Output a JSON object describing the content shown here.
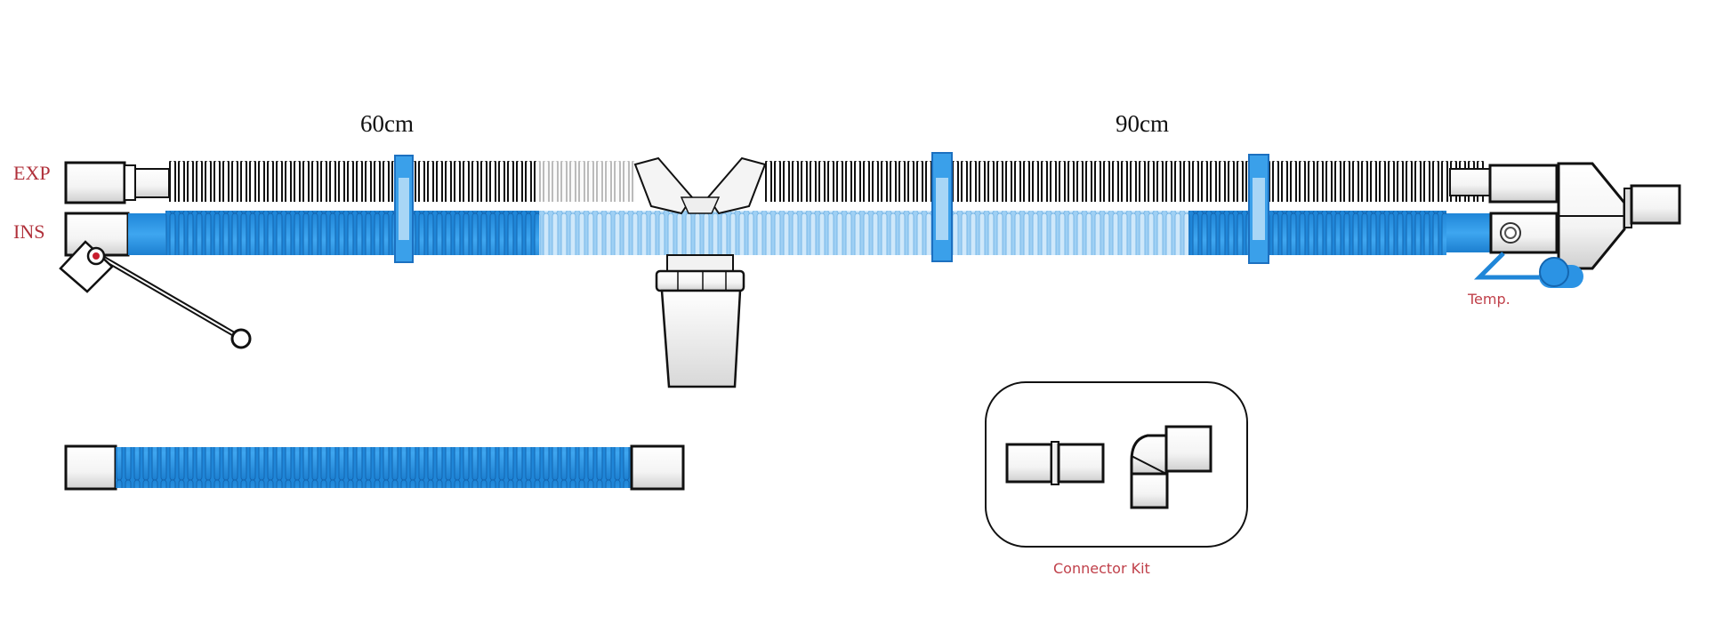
{
  "labels": {
    "length_left": "60cm",
    "length_right": "90cm",
    "expiratory": "EXP",
    "inspiratory": "INS",
    "temperature": "Temp.",
    "connector_kit": "Connector Kit"
  },
  "colors": {
    "inspiratory_tube": "#1f8fe0",
    "expiratory_tube": "#1a1a1a",
    "label_red": "#b0303a",
    "clamp_blue": "#3aa0ea"
  }
}
